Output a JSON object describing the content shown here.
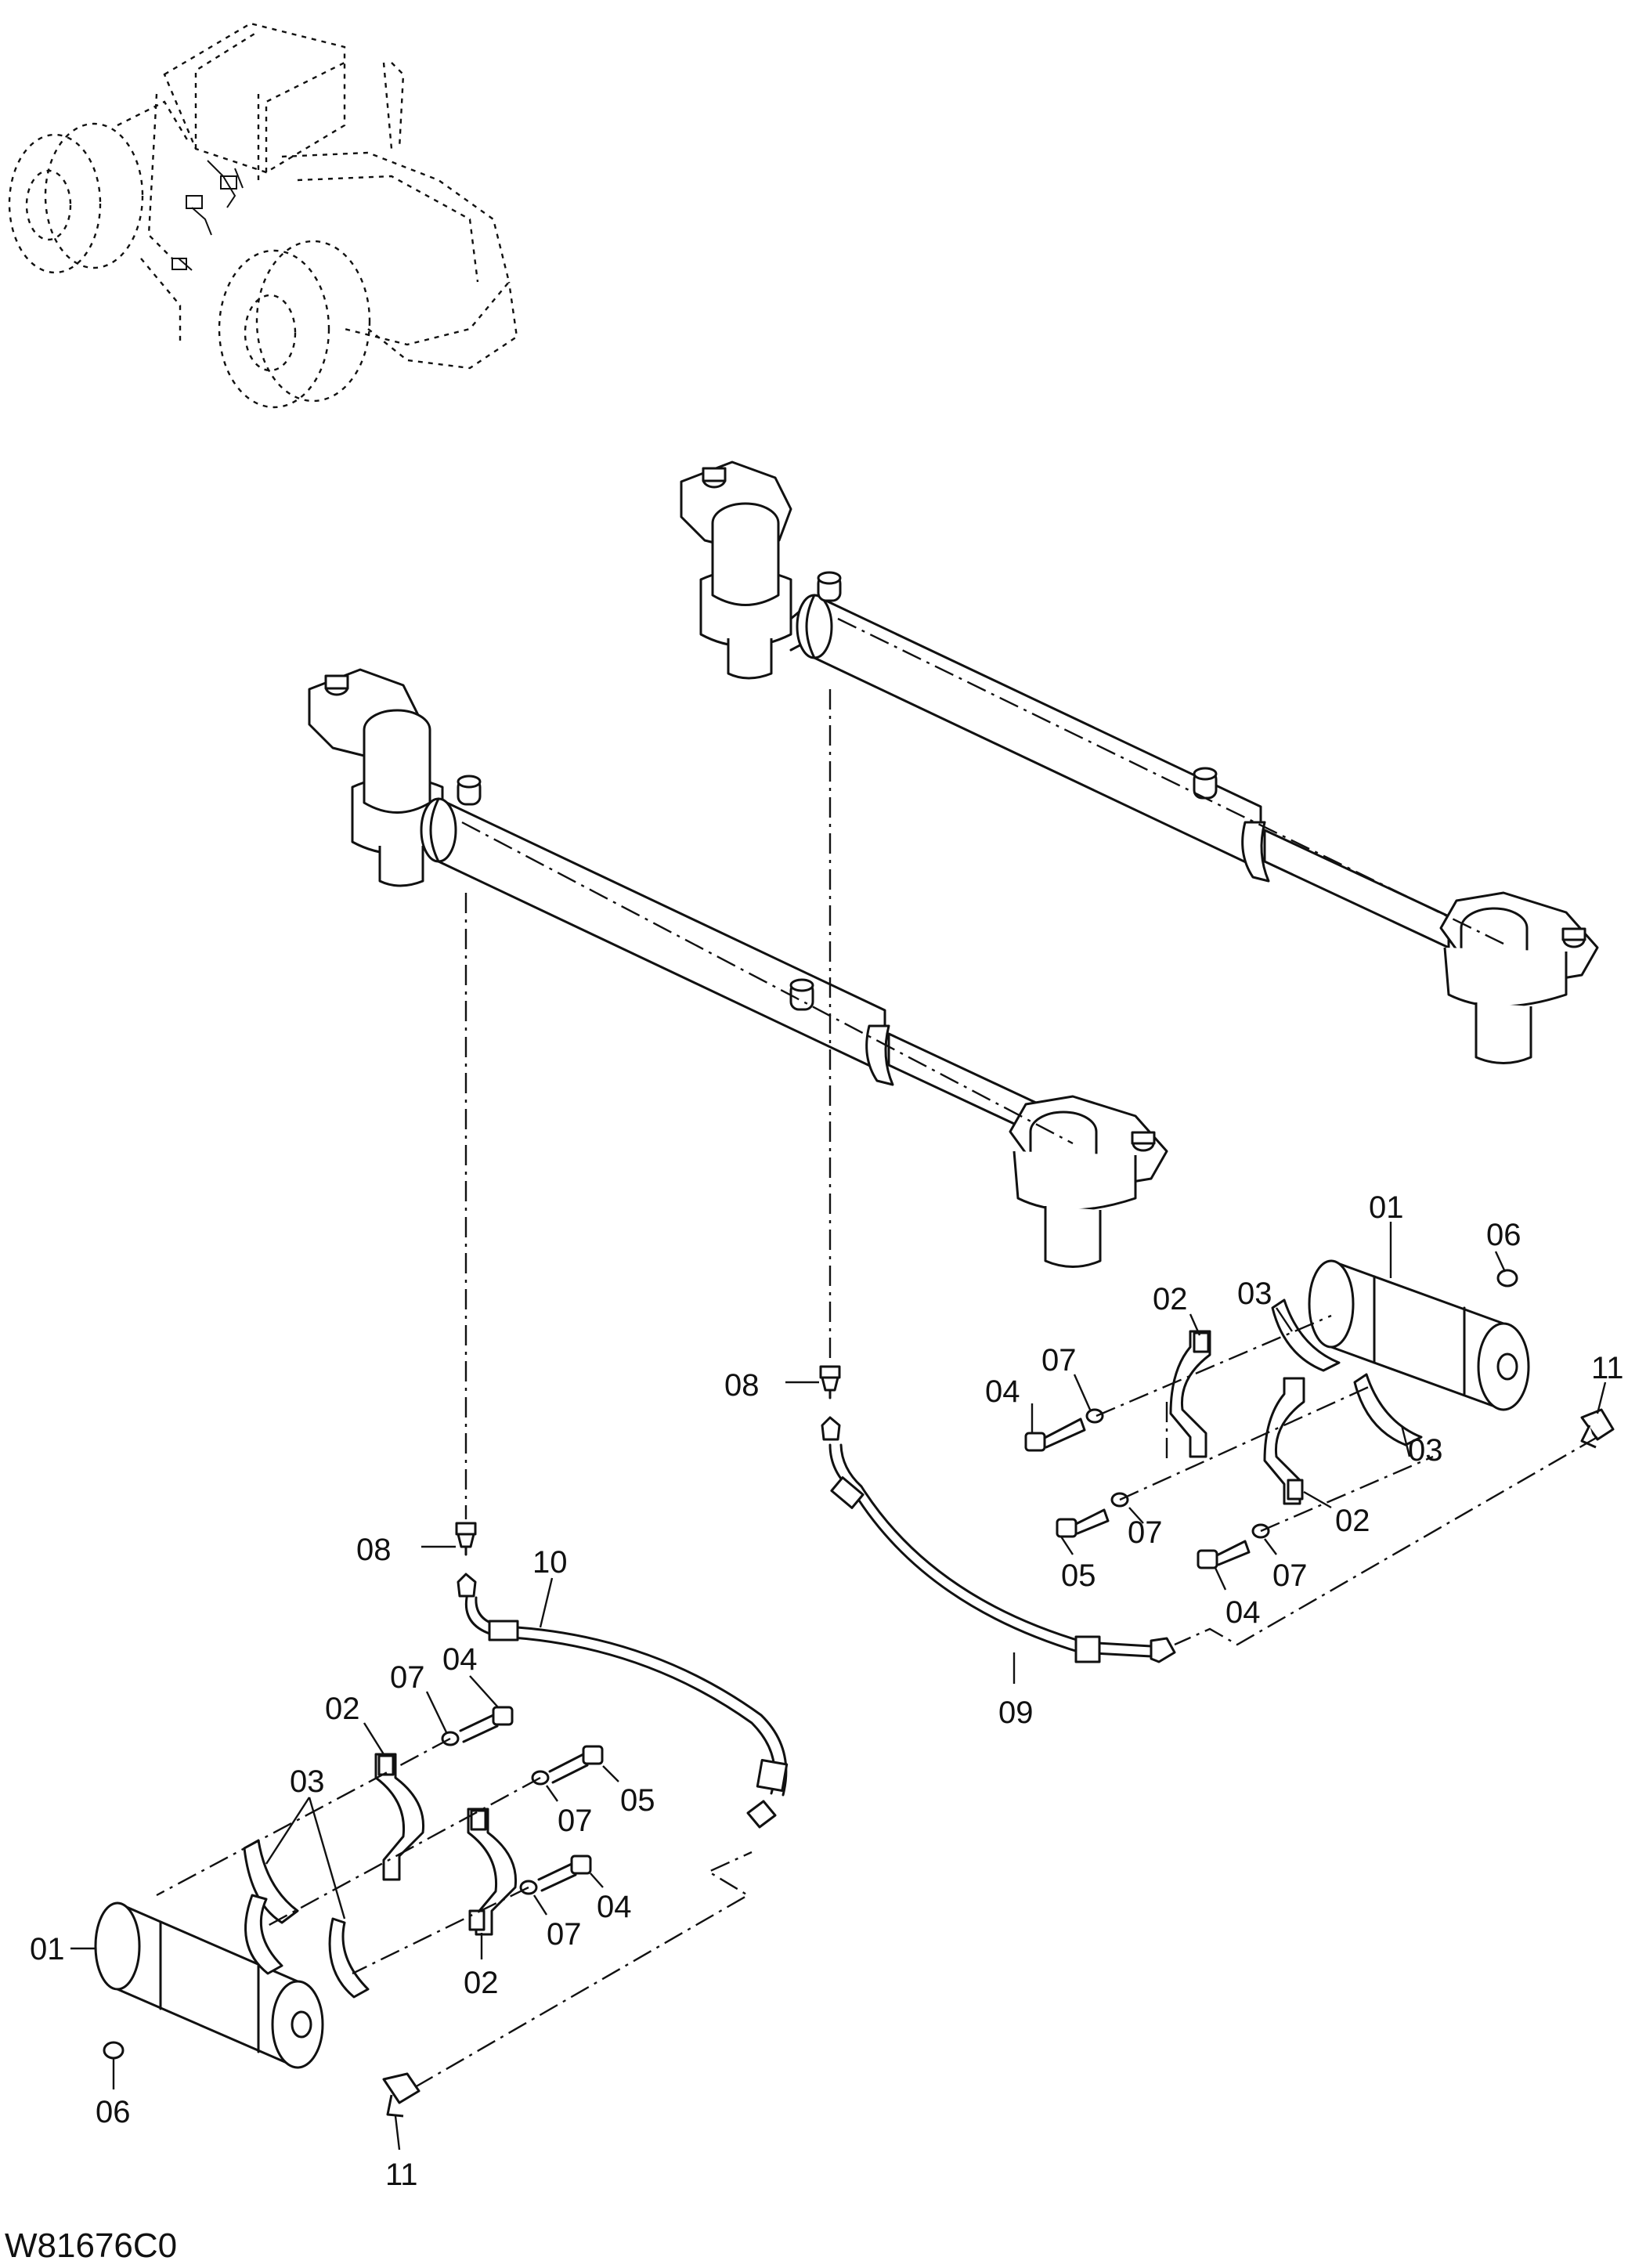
{
  "diagram_code": "W81676C0",
  "callouts": {
    "c01_right": "01",
    "c06_right": "06",
    "c02_right_top": "02",
    "c03_right_top": "03",
    "c07_right_top": "07",
    "c04_right_top": "04",
    "c08_right": "08",
    "c11_right": "11",
    "c03_right_bot": "03",
    "c07_right_mid": "07",
    "c02_right_bot": "02",
    "c05_right": "05",
    "c07_right_bot": "07",
    "c04_right_bot": "04",
    "c09": "09",
    "c08_left": "08",
    "c10": "10",
    "c07_left_top": "07",
    "c04_left_top": "04",
    "c02_left_top": "02",
    "c03_left": "03",
    "c05_left": "05",
    "c07_left_mid": "07",
    "c04_left_bot": "04",
    "c07_left_bot": "07",
    "c01_left": "01",
    "c02_left_bot": "02",
    "c06_left": "06",
    "c11_left": "11"
  }
}
